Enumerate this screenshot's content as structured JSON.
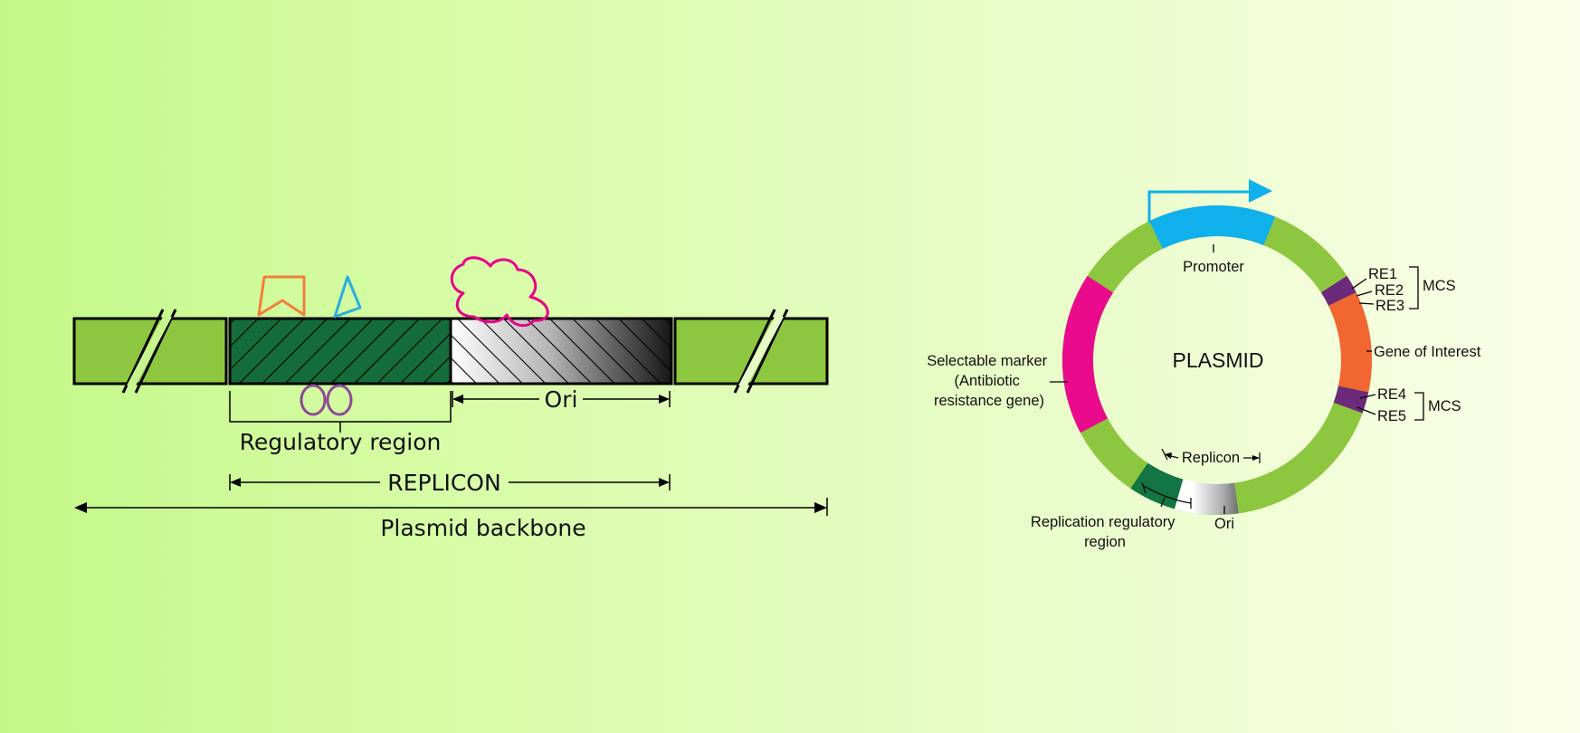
{
  "linear_map": {
    "labels": {
      "regulatory_region": "Regulatory region",
      "ori": "Ori",
      "replicon": "REPLICON",
      "backbone": "Plasmid backbone"
    },
    "colors": {
      "backbone": "#8dc63f",
      "regulatory": "#146c3a",
      "outline": "#000000",
      "pentagon": "#f47c3c",
      "triangle": "#29aee0",
      "flower": "#e8008a",
      "loops": "#8d4a97"
    }
  },
  "plasmid_map": {
    "title": "PLASMID",
    "labels": {
      "promoter": "Promoter",
      "re1": "RE1",
      "re2": "RE2",
      "re3": "RE3",
      "mcs_top": "MCS",
      "gene_of_interest": "Gene of Interest",
      "re4": "RE4",
      "re5": "RE5",
      "mcs_bottom": "MCS",
      "selectable_marker": [
        "Selectable marker",
        "(Antibiotic",
        "resistance gene)"
      ],
      "replicon": "Replicon",
      "ori": "Ori",
      "replication_regulatory_region": [
        "Replication regulatory",
        "region"
      ]
    },
    "colors": {
      "backbone": "#8dc63f",
      "promoter": "#0fb0ec",
      "mcs": "#6b2a7a",
      "gene_of_interest": "#f26631",
      "selectable_marker": "#ea0a8c",
      "replication_region": "#127543",
      "arrow": "#0fb0ec"
    }
  }
}
